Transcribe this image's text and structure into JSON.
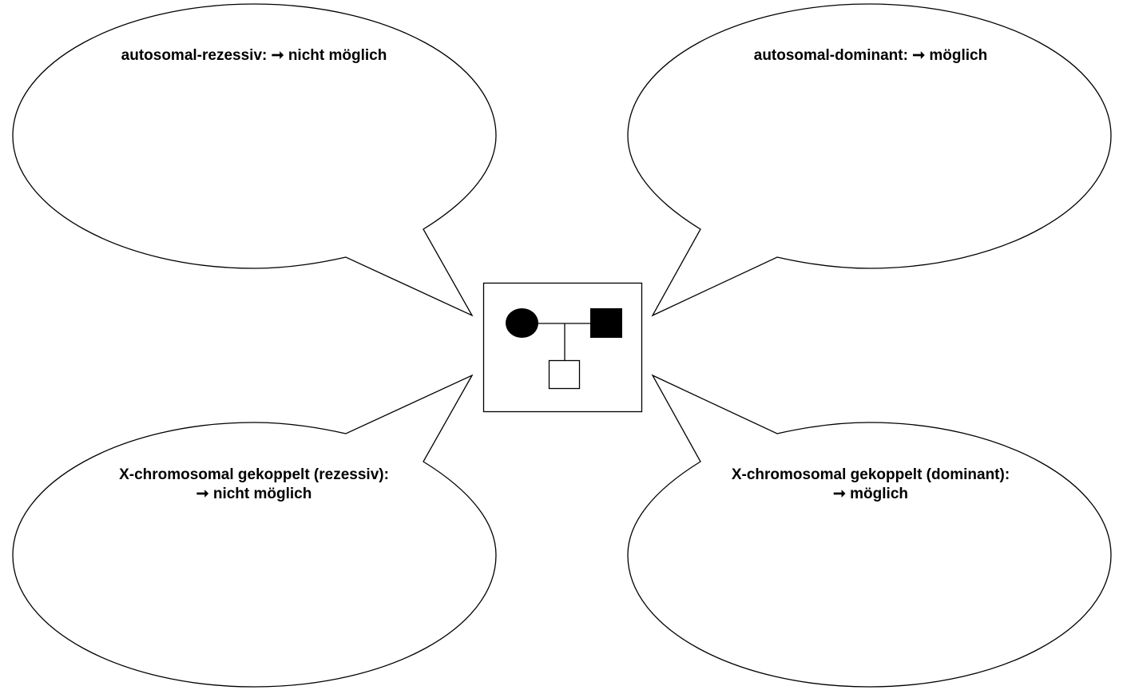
{
  "bubbles": {
    "top_left": {
      "label": "autosomal-rezessiv: ➞ nicht möglich"
    },
    "top_right": {
      "label": "autosomal-dominant: ➞ möglich"
    },
    "bottom_left": {
      "line1": "X-chromosomal gekoppelt (rezessiv):",
      "line2": "➞ nicht möglich"
    },
    "bottom_right": {
      "line1": "X-chromosomal gekoppelt (dominant):",
      "line2": "➞ möglich"
    }
  },
  "pedigree": {
    "mother": "affected female",
    "father": "affected male",
    "child": "unaffected male"
  },
  "colors": {
    "stroke": "#000000",
    "background": "#ffffff",
    "affected_fill": "#000000",
    "unaffected_fill": "#ffffff"
  }
}
